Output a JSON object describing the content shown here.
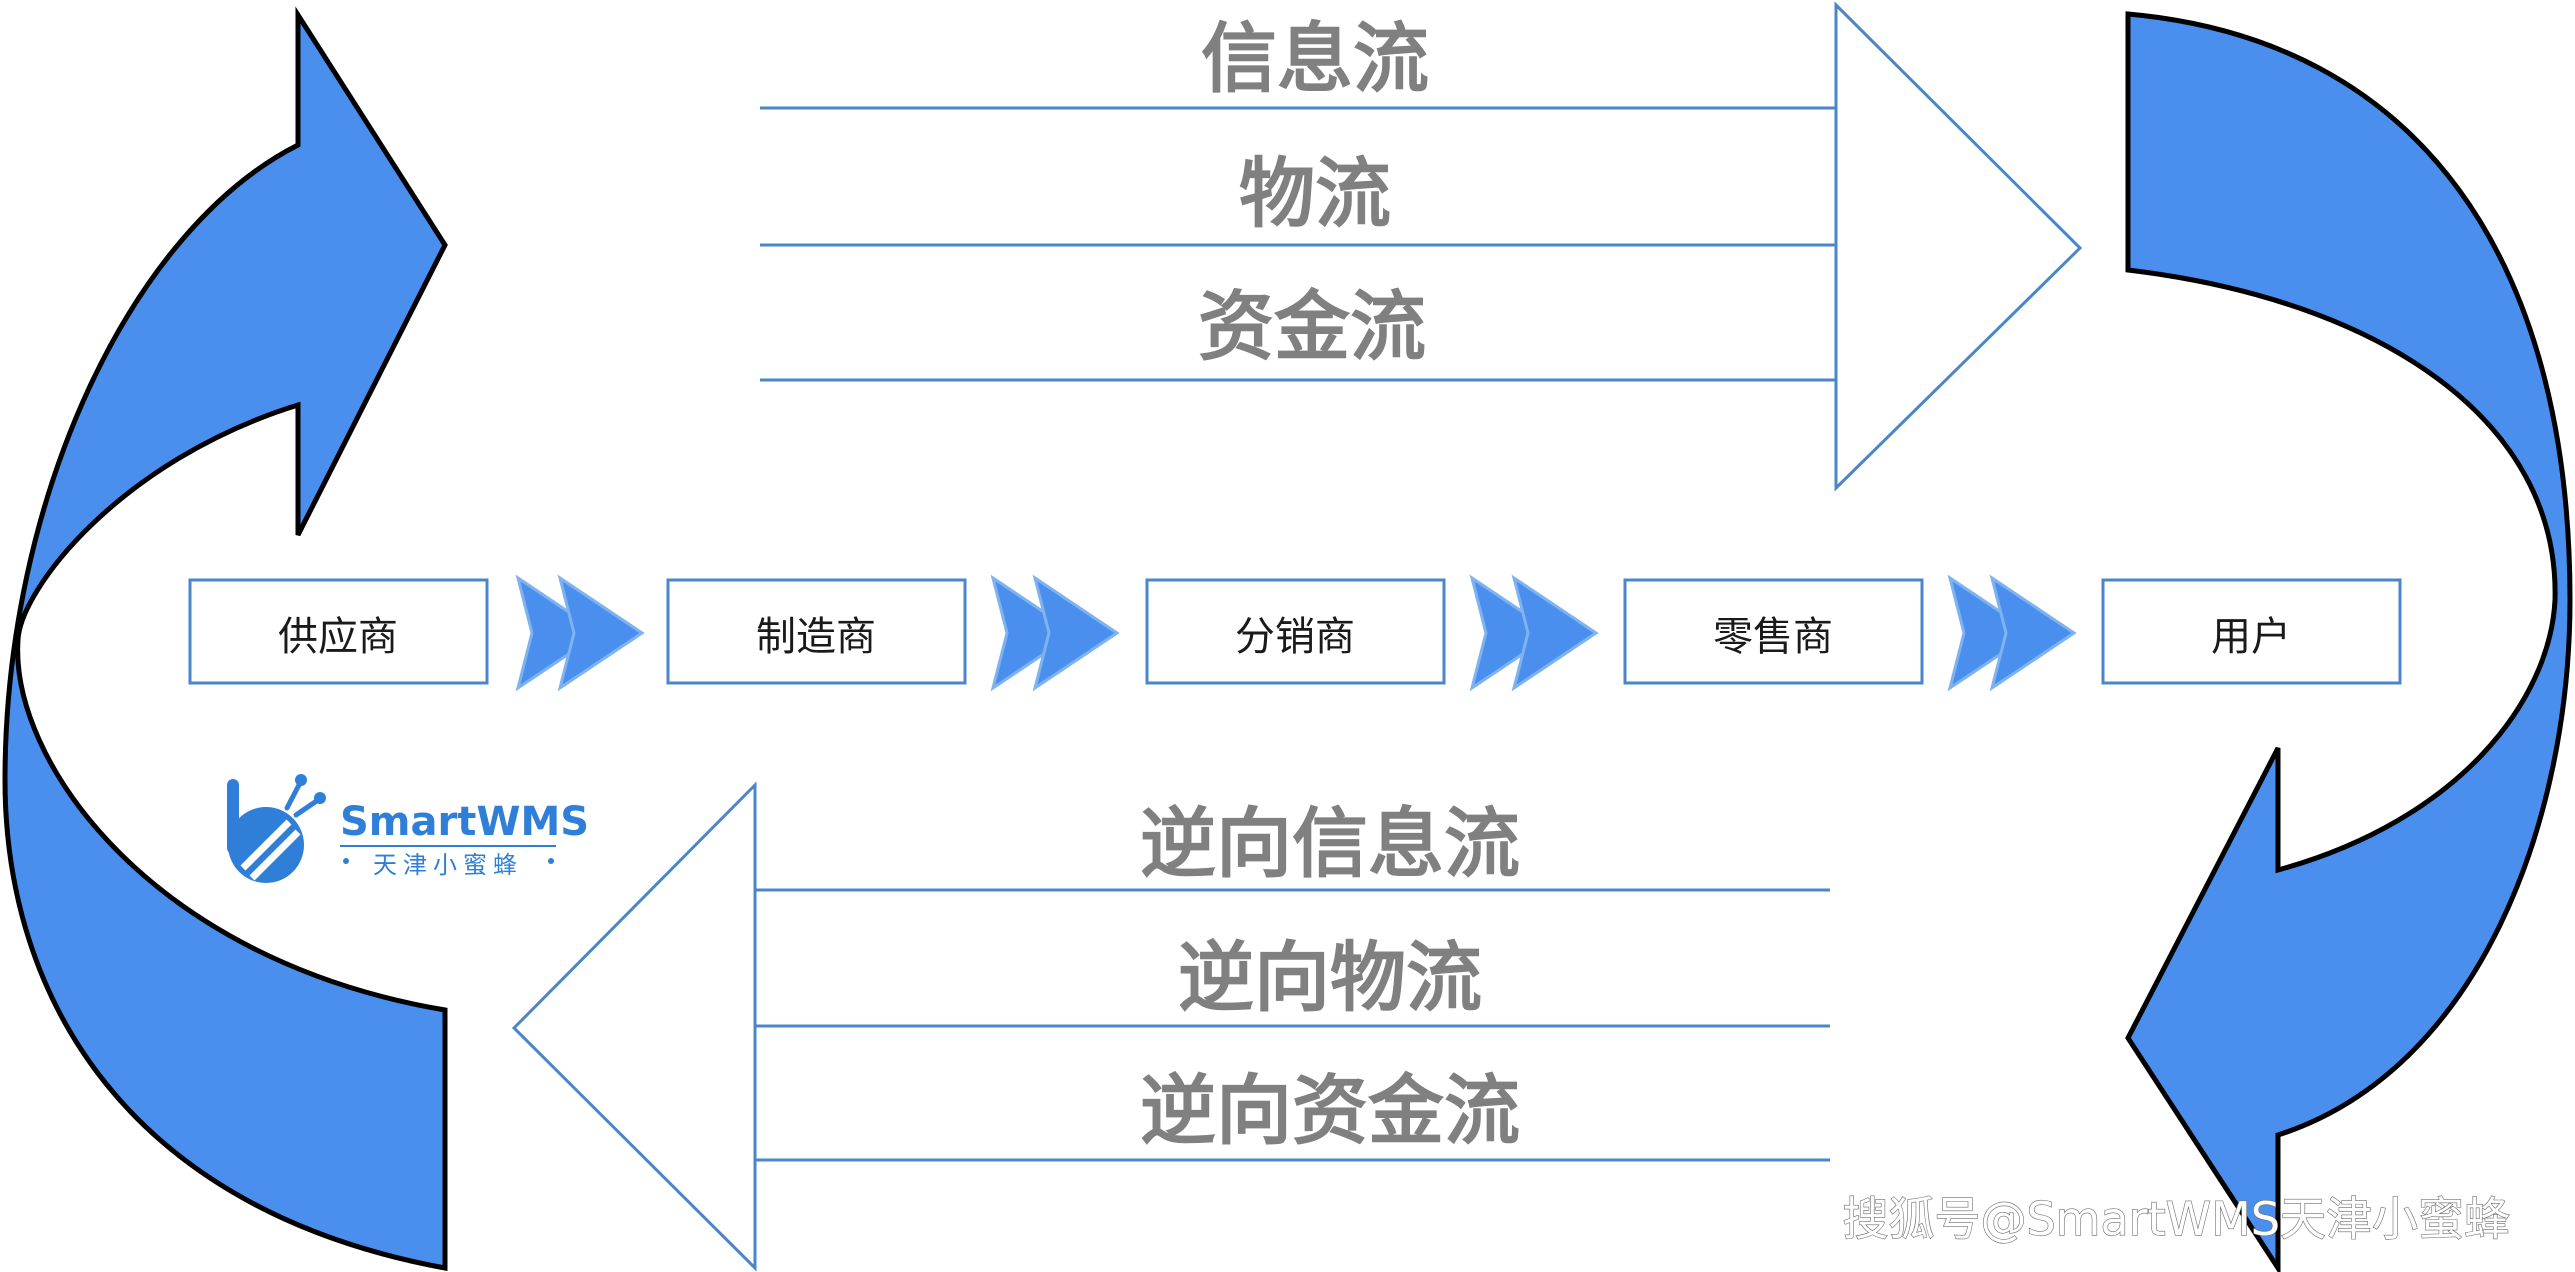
{
  "forward_flows": [
    "信息流",
    "物流",
    "资金流"
  ],
  "reverse_flows": [
    "逆向信息流",
    "逆向物流",
    "逆向资金流"
  ],
  "chain_nodes": [
    "供应商",
    "制造商",
    "分销商",
    "零售商",
    "用户"
  ],
  "logo": {
    "brand": "SmartWMS",
    "subtitle": "天津小蜜蜂"
  },
  "watermark": "搜狐号@SmartWMS天津小蜜蜂",
  "colors": {
    "accent_blue": "#4A8FEE",
    "line_blue": "#4a86c8",
    "label_gray": "#808080"
  }
}
